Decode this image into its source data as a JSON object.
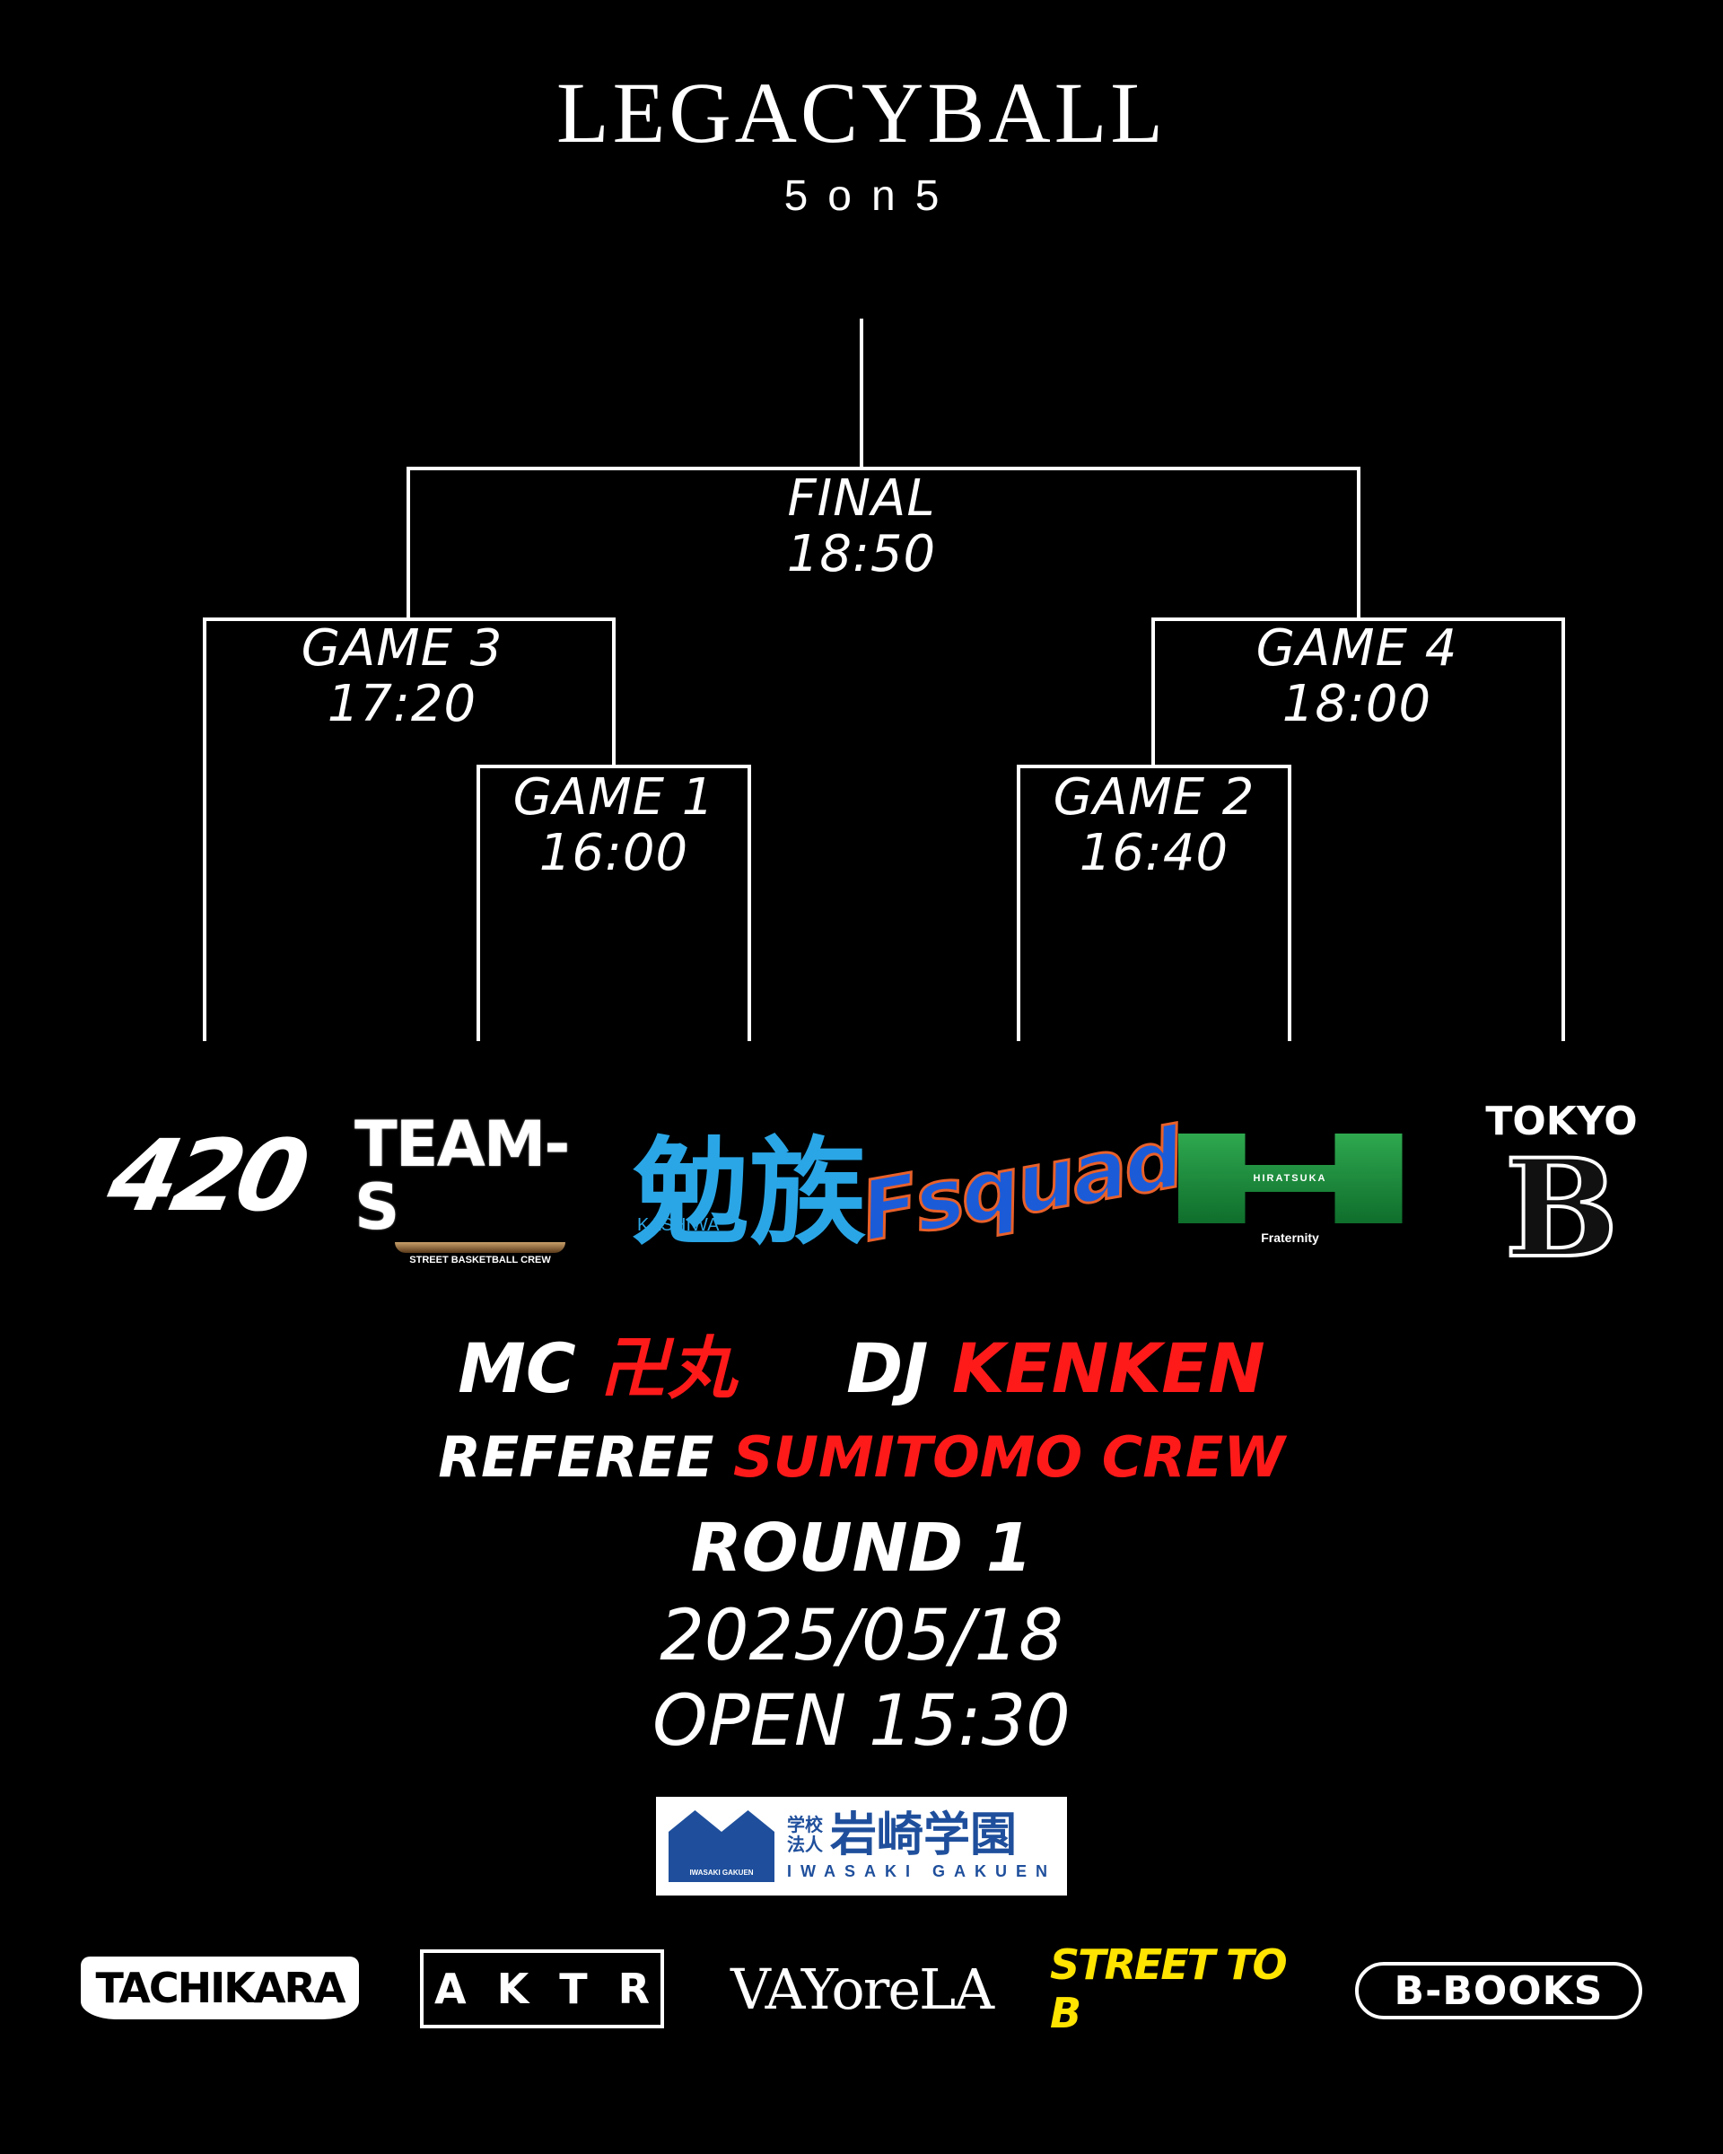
{
  "event": {
    "title": "LEGACYBALL",
    "subtitle": "5on5"
  },
  "bracket": {
    "final": {
      "label": "FINAL",
      "time": "18:50"
    },
    "game3": {
      "label": "GAME 3",
      "time": "17:20"
    },
    "game4": {
      "label": "GAME 4",
      "time": "18:00"
    },
    "game1": {
      "label": "GAME 1",
      "time": "16:00"
    },
    "game2": {
      "label": "GAME 2",
      "time": "16:40"
    }
  },
  "teams": [
    {
      "name": "420",
      "logo_text": "420"
    },
    {
      "name": "TEAM-S",
      "logo_text": "TEAM-S",
      "tagline": "STREET BASKETBALL CREW"
    },
    {
      "name": "勉族",
      "logo_text": "勉族",
      "tagline": "KASHIWA"
    },
    {
      "name": "Fsquad",
      "logo_text": "Fsquad"
    },
    {
      "name": "HIRATSUKA",
      "logo_text": "HIRATSUKA",
      "tagline": "Fraternity"
    },
    {
      "name": "TOKYO B",
      "logo_text": "B",
      "tagline": "TOKYO"
    }
  ],
  "staff": {
    "mc_label": "MC",
    "mc_name": "卍丸",
    "dj_label": "DJ",
    "dj_name": "KENKEN",
    "referee_label": "REFEREE",
    "referee_name": "SUMITOMO CREW"
  },
  "schedule": {
    "round": "ROUND 1",
    "date": "2025/05/18",
    "open": "OPEN 15:30"
  },
  "venue_sponsor": {
    "small_top": "学校",
    "small_bottom": "法人",
    "name": "岩崎学園",
    "romaji": "IWASAKI GAKUEN",
    "emblem_text": "IWASAKI GAKUEN"
  },
  "sponsors": [
    "TACHIKARA",
    "AKTR",
    "VAYoreLA",
    "STREET TO B",
    "B-BOOKS"
  ],
  "colors": {
    "background": "#000000",
    "accent_red": "#ff1a1a",
    "text": "#ffffff"
  }
}
